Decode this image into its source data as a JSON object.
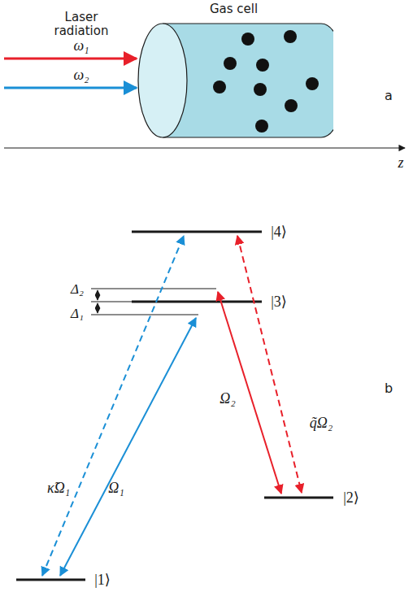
{
  "diagram": {
    "nodes": [
      {
        "text": [
          "Gas cell"
        ]
      }
    ],
    "labels": [
      "Laser radiation",
      "ω₁",
      "ω₂",
      "a",
      "z",
      "|4⟩",
      "Δ₂",
      "Δ₁",
      "|3⟩",
      "κ̃Ω₁",
      "Ω₁",
      "Ω₂",
      "q̃Ω₂",
      "|2⟩",
      "|1⟩",
      "b"
    ]
  }
}
